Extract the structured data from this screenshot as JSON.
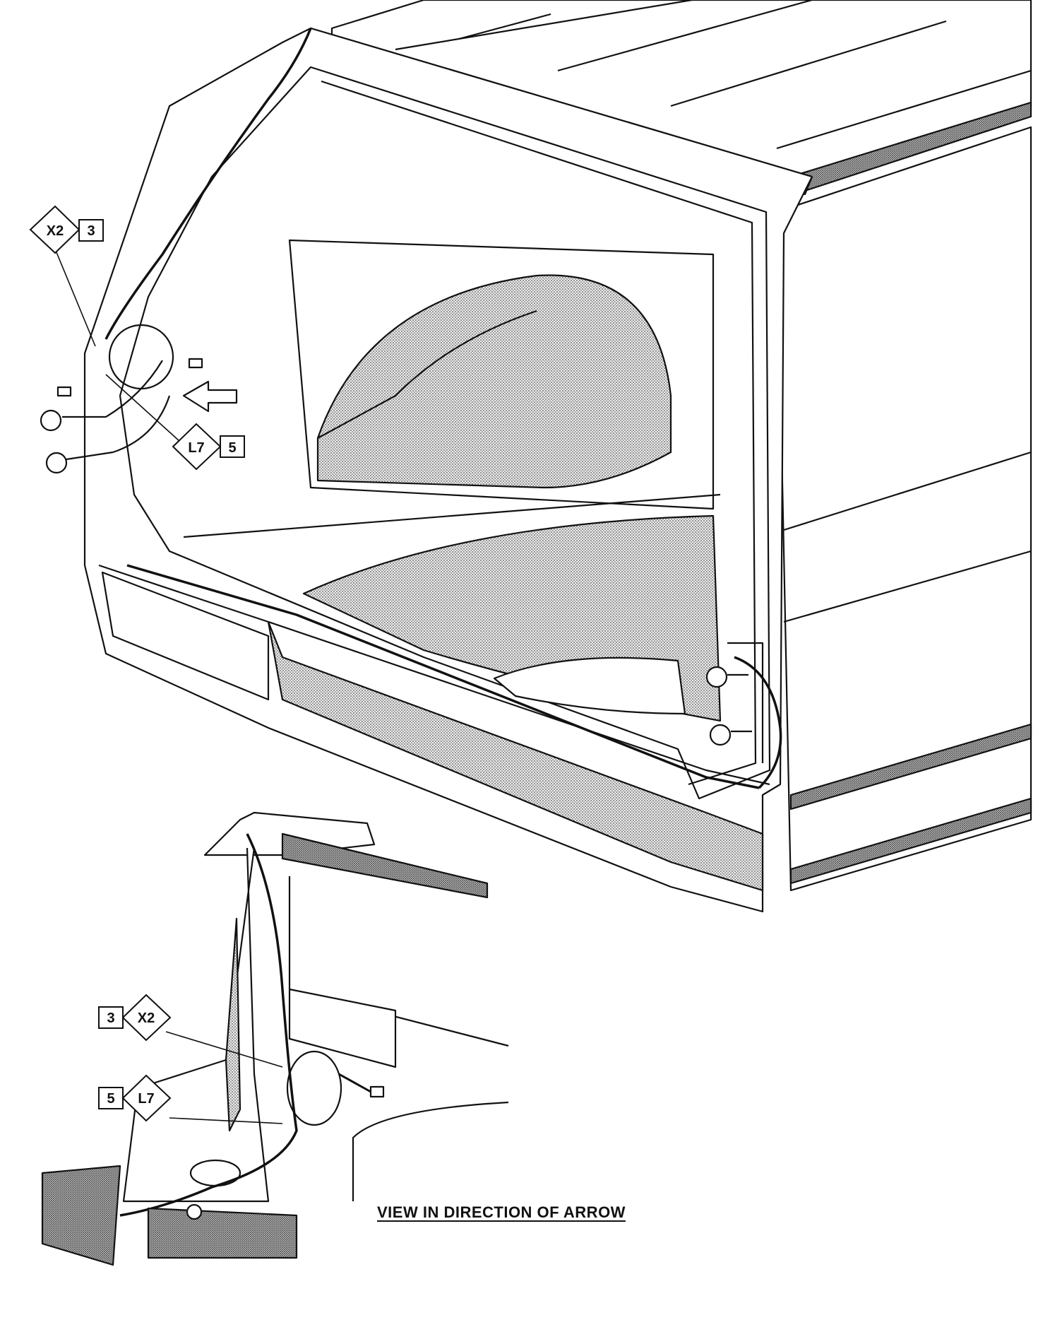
{
  "callouts": {
    "top_wire_code": "X2",
    "top_wire_num": "3",
    "top_conn_code": "L7",
    "top_conn_num": "5",
    "inset_wire_code": "X2",
    "inset_wire_num": "3",
    "inset_conn_code": "L7",
    "inset_conn_num": "5"
  },
  "caption": "VIEW IN DIRECTION OF ARROW",
  "colors": {
    "ink": "#111111",
    "shade": "#9a9a9a",
    "paper": "#ffffff"
  }
}
